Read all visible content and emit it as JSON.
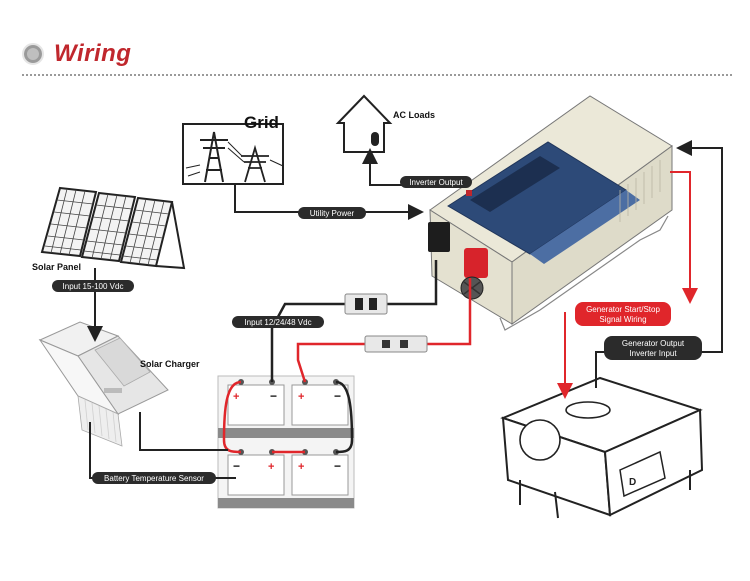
{
  "title": "Wiring",
  "labels": {
    "grid": "Grid",
    "ac_loads": "AC Loads",
    "solar_panel": "Solar Panel",
    "solar_charger": "Solar Charger"
  },
  "tags": {
    "inverter_output": "Inverter Output",
    "utility_power": "Utility Power",
    "input_pv": "Input 15-100 Vdc",
    "input_battery": "Input 12/24/48 Vdc",
    "gen_signal_1": "Generator  Start/Stop",
    "gen_signal_2": "Signal Wiring",
    "gen_output_1": "Generator  Output",
    "gen_output_2": "Inverter Input",
    "battery_sensor": "Battery Temperature Sensor"
  },
  "colors": {
    "title": "#c0272d",
    "positive_wire": "#e0262b",
    "negative_wire": "#222222",
    "tag_bg": "#2b2b2b"
  }
}
